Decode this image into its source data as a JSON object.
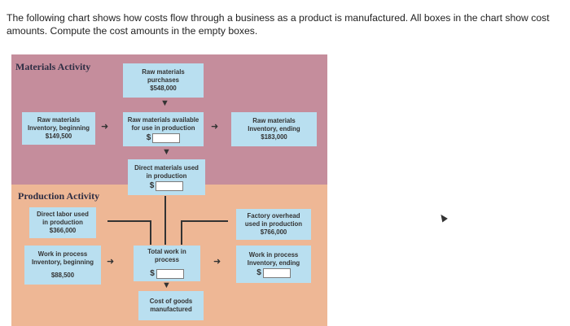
{
  "instructions": "The following chart shows how costs flow through a business as a product is manufactured. All boxes in the chart show cost amounts. Compute the cost amounts in the empty boxes.",
  "sections": {
    "materials": "Materials Activity",
    "production": "Production Activity"
  },
  "boxes": {
    "raw_purchases": {
      "l1": "Raw materials",
      "l2": "purchases",
      "l3": "$548,000"
    },
    "raw_beginning": {
      "l1": "Raw materials",
      "l2": "Inventory, beginning",
      "l3": "$149,500"
    },
    "raw_available": {
      "l1": "Raw materials available",
      "l2": "for use in production",
      "dollar": "$"
    },
    "raw_ending": {
      "l1": "Raw materials",
      "l2": "Inventory, ending",
      "l3": "$183,000"
    },
    "direct_materials": {
      "l1": "Direct materials used",
      "l2": "in production",
      "dollar": "$"
    },
    "direct_labor": {
      "l1": "Direct labor used",
      "l2": "in production",
      "l3": "$366,000"
    },
    "factory_overhead": {
      "l1": "Factory overhead",
      "l2": "used in production",
      "l3": "$766,000"
    },
    "wip_beginning": {
      "l1": "Work in process",
      "l2": "Inventory, beginning",
      "l3": "$88,500"
    },
    "total_wip": {
      "l1": "Total work in",
      "l2": "process",
      "dollar": "$"
    },
    "wip_ending": {
      "l1": "Work in process",
      "l2": "Inventory, ending",
      "dollar": "$"
    },
    "cogm": {
      "l1": "Cost of goods",
      "l2": "manufactured"
    }
  },
  "colors": {
    "materials_band": "#c58d9c",
    "production_band": "#eeb795",
    "box": "#b9dff0"
  }
}
